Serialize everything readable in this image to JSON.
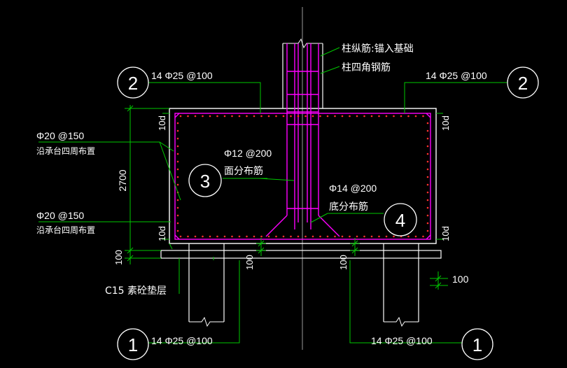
{
  "colors": {
    "background": "#000000",
    "white": "#ffffff",
    "grey": "#9a9a9a",
    "green": "#00c800",
    "magenta": "#ff00ff",
    "red": "#ff3030"
  },
  "labels": {
    "column_long_bars": "柱纵筋:锚入基础",
    "column_corner_bars": "柱四角钢筋",
    "top_left_bars": "14 Φ25 @100",
    "top_right_bars": "14 Φ25 @100",
    "bottom_left_bars": "14 Φ25 @100",
    "bottom_right_bars": "14 Φ25 @100",
    "side_bars_upper": "Φ20 @150",
    "side_bars_upper_note": "沿承台四周布置",
    "side_bars_lower": "Φ20 @150",
    "side_bars_lower_note": "沿承台四周布置",
    "top_distribution": "Φ12 @200",
    "top_distribution_note": "面分布筋",
    "bottom_distribution": "Φ14 @200",
    "bottom_distribution_note": "底分布筋",
    "cushion": "C15 素砼垫层"
  },
  "markers": {
    "top_left": "2",
    "top_right": "2",
    "middle_left": "3",
    "middle_right": "4",
    "bottom_left": "1",
    "bottom_right": "1"
  },
  "dimensions": {
    "height": "2700",
    "cushion_thickness": "100",
    "pile_embed_left": "100",
    "pile_embed_right": "100",
    "right_dim": "100",
    "anchor_top_left": "10d",
    "anchor_top_right": "10d",
    "anchor_bottom_left": "10d",
    "anchor_bottom_right": "10d"
  }
}
